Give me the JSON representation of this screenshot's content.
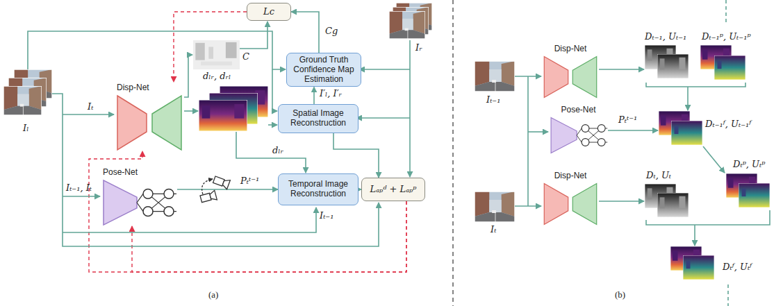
{
  "diagram": {
    "nodes": [
      {
        "text": [
          "Lc"
        ]
      },
      {
        "text": [
          "Ground Truth Confidence Map Estimation"
        ]
      },
      {
        "text": [
          "Disp-Net"
        ]
      },
      {
        "text": [
          "Spatial Image Reconstruction"
        ]
      },
      {
        "text": [
          "Pose-Net"
        ]
      },
      {
        "text": [
          "Temporal Image Reconstruction"
        ]
      },
      {
        "text": [
          "Lₐₚᵈ + Lₐₚᵖ"
        ]
      },
      {
        "text": [
          "Disp-Net"
        ]
      },
      {
        "text": [
          "Pose-Net"
        ]
      },
      {
        "text": [
          "Disp-Net"
        ]
      }
    ],
    "edges": [
      {
        "from": 1,
        "to": 0,
        "label": "Cg",
        "arrow": "to"
      },
      {
        "from": 3,
        "to": 1,
        "label": "I′ₗ, I′ᵣ",
        "arrow": "to"
      },
      {
        "from": 3,
        "to": 6,
        "arrow": "to"
      },
      {
        "from": 5,
        "to": 6,
        "arrow": "to"
      },
      {
        "from": 4,
        "to": 5,
        "label": "Pₜᵗ⁻¹",
        "arrow": "to"
      },
      {
        "from": 0,
        "to": 2,
        "arrow": "to"
      },
      {
        "from": 6,
        "to": 4,
        "arrow": "to"
      },
      {
        "from": 6,
        "to": 2,
        "arrow": "to"
      }
    ],
    "labels": [
      "Iₗ",
      "Iᵣ",
      "C",
      "Iₜ",
      "dₗᵣ, dᵣₗ",
      "Iₜ₋₁, Iₜ",
      "dₗᵣ",
      "Iₜ₋₁",
      "(a)",
      "Iₜ₋₁",
      "Iₜ",
      "Dₜ₋₁, Uₜ₋₁",
      "Dₜ₋₁ᵖ, Uₜ₋₁ᵖ",
      "Pₜᵗ⁻¹",
      "Dₜ₋₁ᶠ, Uₜ₋₁ᶠ",
      "Dₜ, Uₜ",
      "Dₜᵖ, Uₜᵖ",
      "Dₜᶠ, Uₜᶠ",
      "(b)"
    ]
  }
}
